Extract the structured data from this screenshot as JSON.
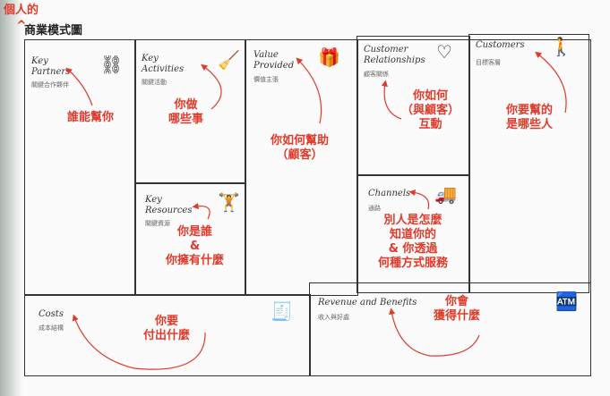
{
  "header": {
    "annotation": "個人的",
    "title": "商業模式圖"
  },
  "blocks": {
    "key_partners": {
      "title": "Key Partners",
      "subtitle": "關鍵合作夥伴",
      "note": "誰能幫你"
    },
    "key_activities": {
      "title": "Key Activities",
      "subtitle": "關鍵活動",
      "note": "你做\n哪些事"
    },
    "value_provided": {
      "title": "Value Provided",
      "subtitle": "價值主張",
      "note": "你如何幫助\n（顧客）"
    },
    "customer_relationships": {
      "title": "Customer Relationships",
      "subtitle": "顧客關係",
      "note": "你如何\n（與顧客）\n互動"
    },
    "customers": {
      "title": "Customers",
      "subtitle": "目標客層",
      "note": "你要幫的\n是哪些人"
    },
    "key_resources": {
      "title": "Key Resources",
      "subtitle": "關鍵資源",
      "note": "你是誰\n&\n你擁有什麼"
    },
    "channels": {
      "title": "Channels",
      "subtitle": "通路",
      "note": "別人是怎麼\n知道你的\n& 你透過\n何種方式服務"
    },
    "costs": {
      "title": "Costs",
      "subtitle": "成本結構",
      "note": "你要\n付出什麼"
    },
    "revenue": {
      "title": "Revenue and Benefits",
      "subtitle": "收入與好處",
      "note": "你會\n獲得什麼"
    }
  },
  "colors": {
    "annotation": "#e23a2a",
    "border": "#333333"
  }
}
